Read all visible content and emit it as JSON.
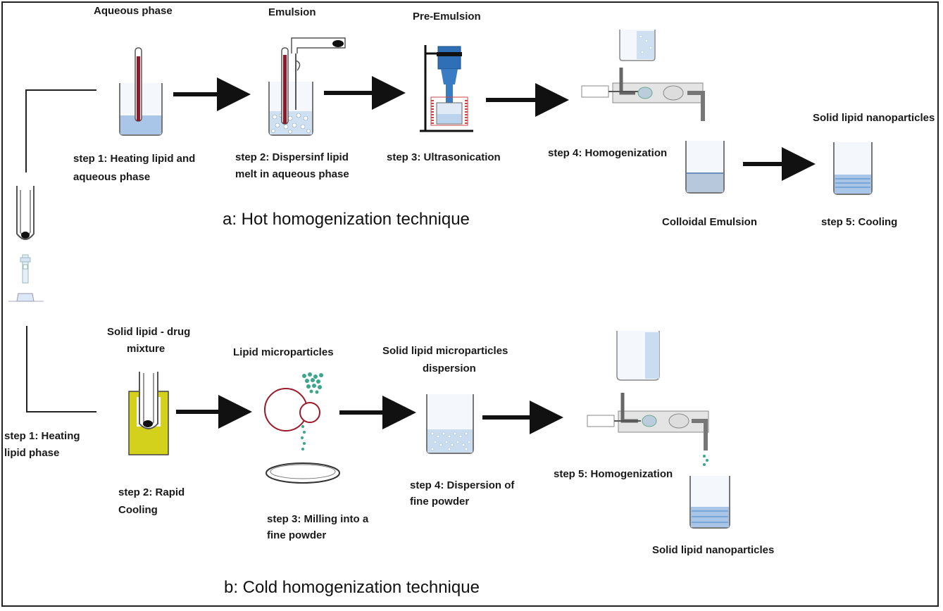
{
  "hot": {
    "title": "a: Hot homogenization technique",
    "aqueous_phase": "Aqueous phase",
    "emulsion": "Emulsion",
    "pre_emulsion": "Pre-Emulsion",
    "solid_lipid_nanoparticles": "Solid lipid nanoparticles",
    "step1_line1": "step  1: Heating lipid and",
    "step1_line2": "aqueous phase",
    "step2_line1": "step  2: Dispersinf lipid",
    "step2_line2": "melt in aqueous phase",
    "step3": "step  3: Ultrasonication",
    "step4": "step  4: Homogenization",
    "colloidal_emulsion": "Colloidal Emulsion",
    "step5": "step  5: Cooling"
  },
  "cold": {
    "title": "b: Cold homogenization technique",
    "step1_line1": "step 1: Heating",
    "step1_line2": "lipid phase",
    "mixture_line1": "Solid lipid - drug",
    "mixture_line2": "mixture",
    "step2_line1": "step  2: Rapid",
    "step2_line2": "Cooling",
    "lipid_microparticles": "Lipid microparticles",
    "step3_line1": "step  3: Milling into a",
    "step3_line2": "fine powder",
    "dispersion_line1": "Solid lipid microparticles",
    "dispersion_line2": "dispersion",
    "step4_line1": "step  4: Dispersion of",
    "step4_line2": "fine powder",
    "step5": "step  5: Homogenization",
    "solid_lipid_nanoparticles": "Solid lipid nanoparticles"
  },
  "colors": {
    "aqueous": "#a9c6e8",
    "thermometer": "#8b1a2a",
    "mixture": "#d4d11c",
    "microparticle_ring": "#9b1b2a",
    "particles": "#3aa68a",
    "dispersion": "#c9dcf0",
    "arrow": "#111111"
  }
}
